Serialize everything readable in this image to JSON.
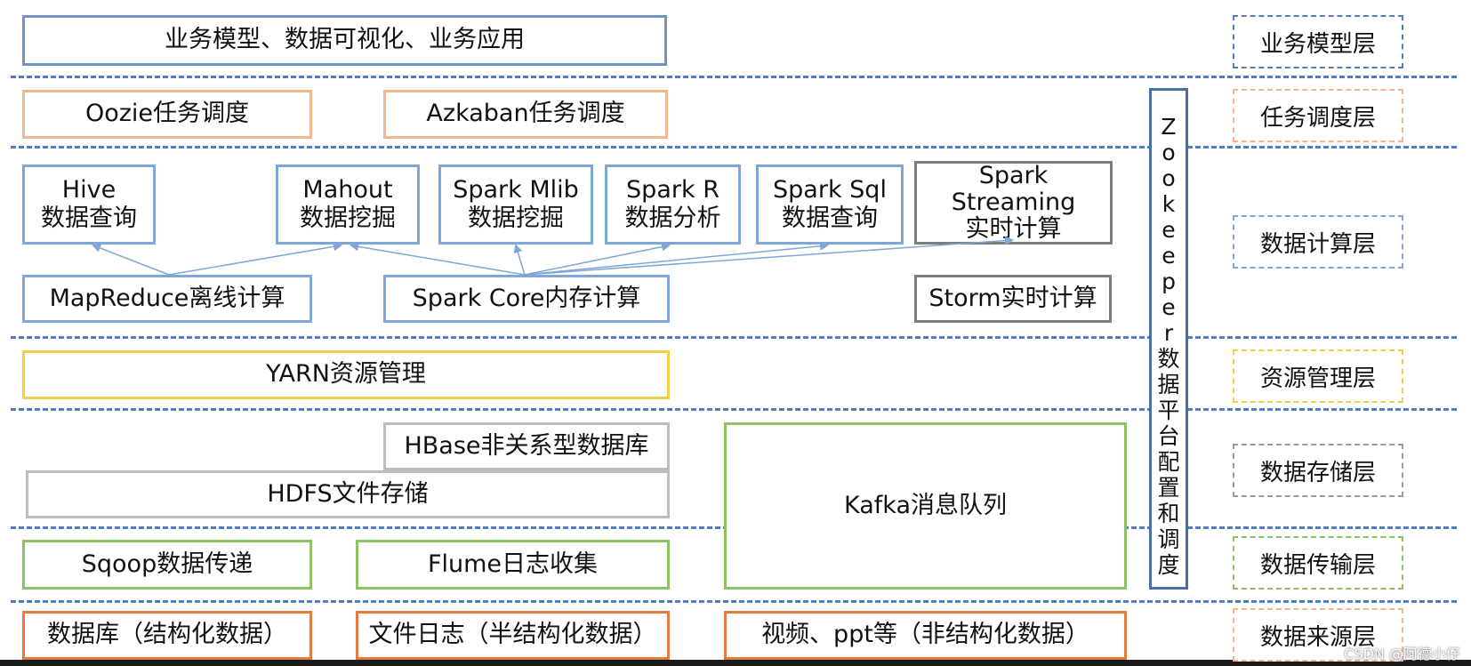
{
  "layers": {
    "business": "业务模型层",
    "scheduling": "任务调度层",
    "compute": "数据计算层",
    "resource": "资源管理层",
    "storage": "数据存储层",
    "transfer": "数据传输层",
    "source": "数据来源层"
  },
  "business_box": "业务模型、数据可视化、业务应用",
  "scheduling": {
    "oozie": "Oozie任务调度",
    "azkaban": "Azkaban任务调度"
  },
  "compute": {
    "hive": {
      "line1": "Hive",
      "line2": "数据查询"
    },
    "mahout": {
      "line1": "Mahout",
      "line2": "数据挖掘"
    },
    "spark_mlib": {
      "line1": "Spark Mlib",
      "line2": "数据挖掘"
    },
    "spark_r": {
      "line1": "Spark R",
      "line2": "数据分析"
    },
    "spark_sql": {
      "line1": "Spark Sql",
      "line2": "数据查询"
    },
    "spark_streaming": {
      "line1": "Spark",
      "line2": "Streaming",
      "line3": "实时计算"
    },
    "mapreduce": "MapReduce离线计算",
    "spark_core": "Spark Core内存计算",
    "storm": "Storm实时计算"
  },
  "resource": {
    "yarn": "YARN资源管理"
  },
  "storage": {
    "hbase": "HBase非关系型数据库",
    "hdfs": "HDFS文件存储",
    "kafka": "Kafka消息队列"
  },
  "transfer": {
    "sqoop": "Sqoop数据传递",
    "flume": "Flume日志收集"
  },
  "source": {
    "database": "数据库（结构化数据）",
    "file_log": "文件日志（半结构化数据）",
    "video": "视频、ppt等（非结构化数据）"
  },
  "zookeeper": [
    "Z",
    "o",
    "o",
    "k",
    "e",
    "e",
    "p",
    "e",
    "r",
    "数",
    "据",
    "平",
    "台",
    "配",
    "置",
    "和",
    "调",
    "度"
  ],
  "watermark": "CSDN @阿德小仔",
  "colors": {
    "divider": "#4f7cc4",
    "blue": "#7ea6d6",
    "orange": "#f2b58f",
    "green": "#8cc166",
    "yellow": "#f4cd4c",
    "gray": "#7c7c7c",
    "arrow": "#7ea6d6"
  }
}
